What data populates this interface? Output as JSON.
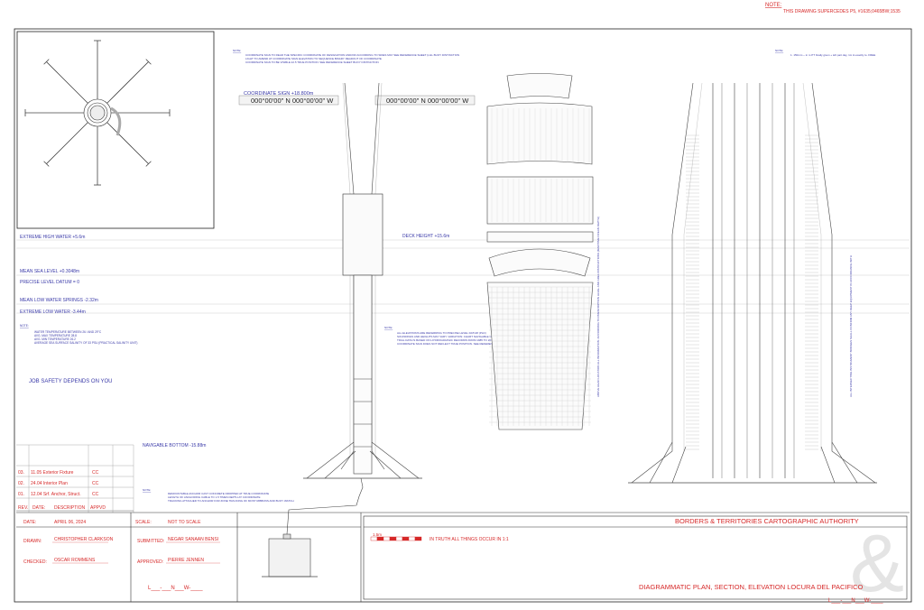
{
  "header": {
    "note_label": "NOTE:",
    "supersede": "THIS DRAWING SUPERCEDES P5, #1635;0465BW;1535"
  },
  "left_notes": {
    "levels": [
      "EXTREME HIGH WATER +5.6m",
      "MEAN SEA LEVEL +0.3048m",
      "PRECISE LEVEL DATUM = 0",
      "MEAN LOW WATER SPRINGS -2.32m",
      "EXTREME LOW WATER -3.44m"
    ],
    "notes_label": "NOTE:",
    "notes": [
      "WATER TEMPERATURE BETWEEN 26 / AND 29°C",
      "AVG. MAX TEMPERATURE 28.8",
      "AVG. MIN TEMPERATURE 26.2",
      "AVERAGE SEA SURFACE SALINITY OF 33 PSU (PRACTICAL SALINITY UNIT)"
    ],
    "safety": "JOB SAFETY DEPENDS ON YOU"
  },
  "section": {
    "coord_label": "COORDINATE SIGN +18.800m",
    "coord_1": "000°00'00\" N  000°00'00\" W",
    "coord_2": "000°00'00\" N  000°00'00\" W",
    "deck_height": "DECK HEIGHT +15.6m",
    "navigable_bottom": "NAVIGABLE BOTTOM -15.88m",
    "top_notes_label": "NOTE:",
    "top_notes": [
      "COORDINATE SIGN TO READ THE SPECIFIC COORDINATE OF DESIGNATION AND/OR ACCORDING TO SIDES MAY SEE REFERENCE SHEET (LGL BUOY DISTINCTION",
      "LIGHT TO AMEND AT COORDINATE SIGN ELEVATION TO SEQUENCE BINARY READOUT OF COORDINATE",
      "COORDINATE SIGN TO BE VISIBLE 22.5 TRUE POSITION: SEE REFERENCE SHEET BUOY DISTINCTION"
    ],
    "mid_notes_label": "NOTE:",
    "mid_notes": [
      "ALL ELEVATIONS ARE REFERRING TO PRECISE LEVEL DATUM (PLD)",
      "SOUNDINGS AND HEIGHTS MAY VARY. VARIATION: CHART NAVIGABLE CORRESPONDING BE MAINTAINED BY MAINTENANCE DREDGING",
      "TIDAL DATA IS BASED ON HYDROGRAPHIC RECORDS FROM 1985 TO 2012",
      "COORDINATE SIGN DOES NOT REFLECT TRUE POSITION. SEE REFERENCE SHEET (LGL BUOY DISTINCTION"
    ],
    "bottom_notes_label": "NOTE:",
    "bottom_notes": [
      "DEMOUNTABLE ANCHOR CAST CONCRETE DROPPED AT TRUE COORDINATE",
      "LENGTH OF ANCHORING CABLE TO 1.5 TIMES DEPTH AT COORDINATE",
      "TRACKING ATTACHED TO ANCHOR FOR ZONE TRACKING OF MOST RIBBONS AND BUOY WATCH"
    ]
  },
  "elevation": {
    "note_label": "NOTE:",
    "note_text": "1. 150mm ~ in m PT finally given + left part day, 1m & exactly to. FREE",
    "vert_note_1": "ABOVE HEAD LOCATION ALL INFORMATION: ACCORDING TO PRESCRIPTION LEVEL AND AREA INSTRUCTIONS (MARITIME OCEAN DEPTH)",
    "vert_note_2": "ALL INTERSECTING INSTRUMENT BRIDGES SHALL CONFIRM ANY DEEP EQUIPMENT IN ACCORDANCE WITH"
  },
  "revisions": [
    {
      "num": "03.",
      "text": "11.05 Exterior Fixture",
      "by": "CC"
    },
    {
      "num": "02.",
      "text": "24.04 Interior Plan",
      "by": "CC"
    },
    {
      "num": "01.",
      "text": "12.04 Srf. Anchor, Struct.",
      "by": "CC"
    }
  ],
  "rev_header": {
    "rev": "REV.",
    "date": "DATE:",
    "desc": "DESCRIPTION",
    "appvd": "APPVD"
  },
  "title_block": {
    "date_label": "DATE:",
    "date_value": "APRIL 06, 2024",
    "scale_label": "SCALE:",
    "scale_value": "NOT TO SCALE",
    "drawn_label": "DRAWN:",
    "drawn_value": "CHRISTOPHER CLARKSON",
    "checked_label": "CHECKED:",
    "checked_value": "OSCAR ROMMENS",
    "submitted_label": "SUBMITTED:",
    "submitted_value": "NEGAR SANAAN BENSI",
    "approved_label": "APPROVED:",
    "approved_value": "PIERRE JENNEN",
    "code_1": "L___-___N___W-____",
    "authority": "BORDERS & TERRITORIES CARTOGRAPHIC AUTHORITY",
    "scalebar_label": "1.5m",
    "scalebar_text": "IN TRUTH ALL THINGS OCCUR IN 1:1",
    "drawing_title": "DIAGRAMMATIC PLAN, SECTION, ELEVATION LOCURA DEL PACIFICO",
    "code_2": "L___-___N___W-____",
    "logo": "&"
  },
  "colors": {
    "red": "#d62828",
    "blue": "#3a3aa8",
    "line": "#222222",
    "grid": "#b8b8b8"
  }
}
